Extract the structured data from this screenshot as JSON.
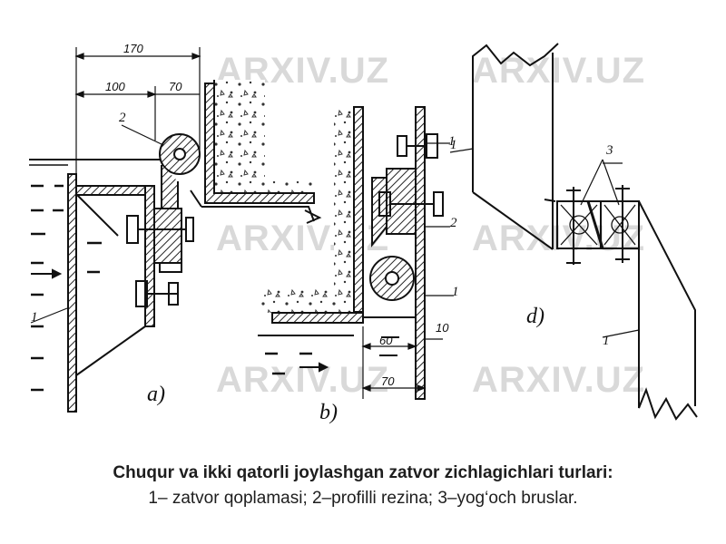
{
  "watermark": {
    "text": "ARXIV.UZ"
  },
  "figure": {
    "panel_labels": {
      "a": "a)",
      "b": "b)",
      "d": "d)"
    },
    "part_labels": {
      "one": "1",
      "two": "2",
      "three": "3"
    },
    "dimensions": {
      "d170": "170",
      "d100": "100",
      "d70": "70",
      "d60": "60",
      "d10": "10"
    }
  },
  "caption": {
    "line1": "Chuqur va ikki qatorli joylashgan zatvor zichlagichlari turlari:",
    "line2": "1– zatvor qoplamasi; 2–profilli rezina; 3–yog‘och bruslar."
  }
}
